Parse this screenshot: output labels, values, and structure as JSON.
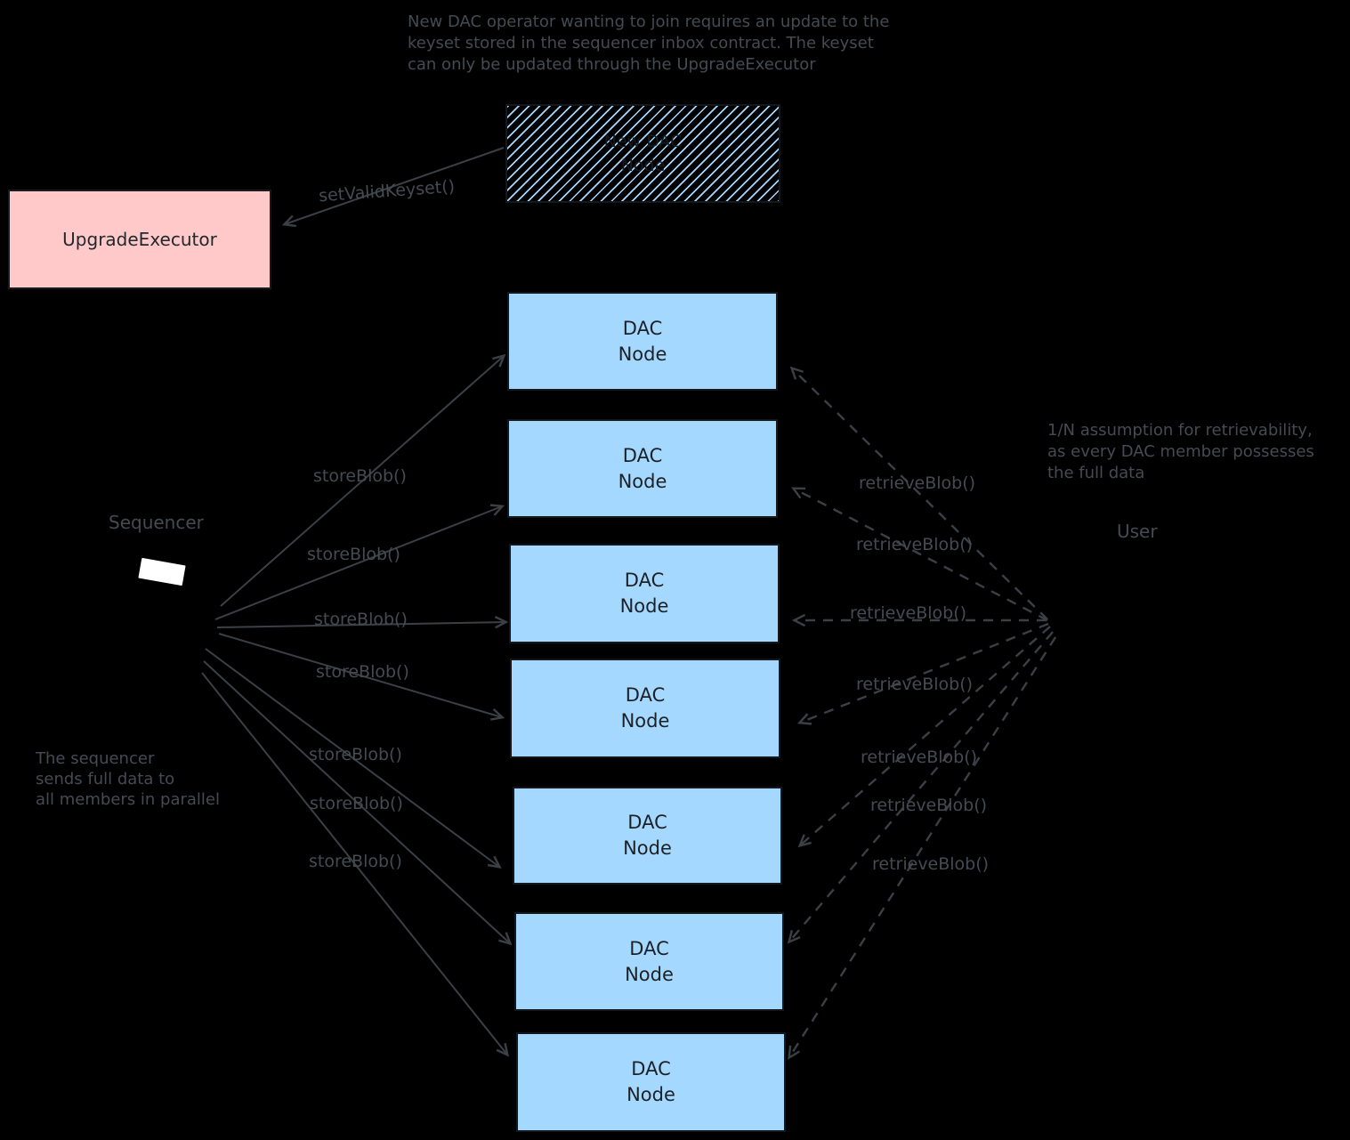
{
  "colors": {
    "background": "#000000",
    "ink_text": "#454b52",
    "ink_line": "#3a4046",
    "dac_node_fill": "#a5d8ff",
    "upgrade_executor_fill": "#ffc9c9",
    "hatch_stroke": "#a5d8ff",
    "box_text": "#1c2127"
  },
  "notes": {
    "keyset": {
      "line1": "New DAC operator wanting to join requires an update to the",
      "line2": "keyset stored in the sequencer inbox contract. The keyset",
      "line3": "can only be updated through the UpgradeExecutor"
    },
    "retrievability": {
      "line1": "1/N assumption for retrievability,",
      "line2": "as every DAC member possesses",
      "line3": "the full data"
    },
    "parallel": {
      "line1": "The sequencer",
      "line2": "sends full data to",
      "line3": "all members in parallel"
    }
  },
  "actors": {
    "sequencer": "Sequencer",
    "user": "User"
  },
  "boxes": {
    "upgrade_executor": "UpgradeExecutor",
    "new_dac_node": {
      "line1": "New DAC",
      "line2": "Node"
    },
    "dac_nodes": [
      {
        "line1": "DAC",
        "line2": "Node"
      },
      {
        "line1": "DAC",
        "line2": "Node"
      },
      {
        "line1": "DAC",
        "line2": "Node"
      },
      {
        "line1": "DAC",
        "line2": "Node"
      },
      {
        "line1": "DAC",
        "line2": "Node"
      },
      {
        "line1": "DAC",
        "line2": "Node"
      },
      {
        "line1": "DAC",
        "line2": "Node"
      }
    ]
  },
  "edges": {
    "set_valid_keyset": "setValidKeyset()",
    "store": [
      {
        "label": "storeBlob()"
      },
      {
        "label": "storeBlob()"
      },
      {
        "label": "storeBlob()"
      },
      {
        "label": "storeBlob()"
      },
      {
        "label": "storeBlob()"
      },
      {
        "label": "storeBlob()"
      },
      {
        "label": "storeBlob()"
      }
    ],
    "retrieve": [
      {
        "label": "retrieveBlob()"
      },
      {
        "label": "retrieveBlob()"
      },
      {
        "label": "retrieveBlob()"
      },
      {
        "label": "retrieveBlob()"
      },
      {
        "label": "retrieveBlob()"
      },
      {
        "label": "retrieveBlob()"
      },
      {
        "label": "retrieveBlob()"
      }
    ]
  }
}
